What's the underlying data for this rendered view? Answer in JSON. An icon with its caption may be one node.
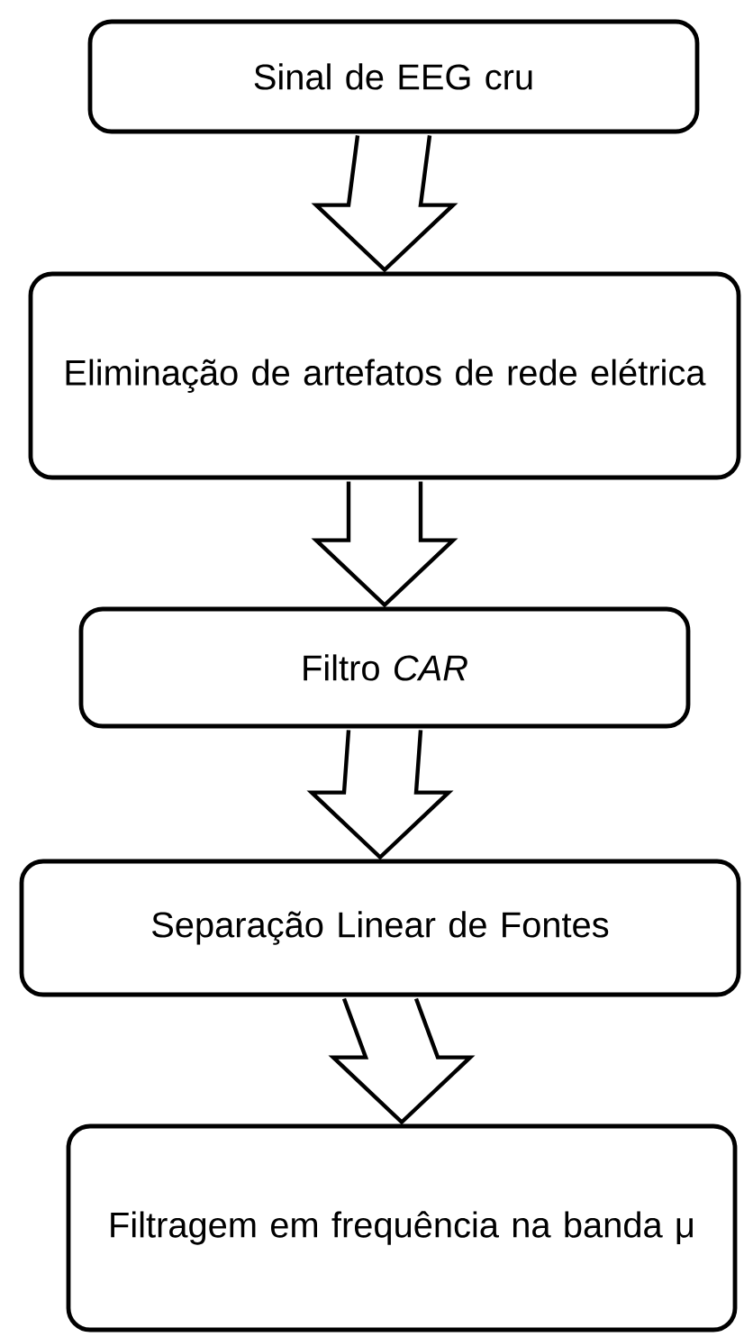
{
  "diagram": {
    "nodes": [
      {
        "text": [
          "Sinal de EEG cru"
        ]
      },
      {
        "text": [
          "Eliminação de artefatos de rede elétrica"
        ]
      },
      {
        "text": [
          "Filtro *CAR*"
        ]
      },
      {
        "text": [
          "Separação Linear de Fontes"
        ]
      },
      {
        "text": [
          "Filtragem em frequência na banda μ"
        ]
      }
    ],
    "edges": [
      {
        "from": 0,
        "to": 1,
        "arrow": "to"
      },
      {
        "from": 1,
        "to": 2,
        "arrow": "to"
      },
      {
        "from": 2,
        "to": 3,
        "arrow": "to"
      },
      {
        "from": 3,
        "to": 4,
        "arrow": "to"
      }
    ]
  }
}
